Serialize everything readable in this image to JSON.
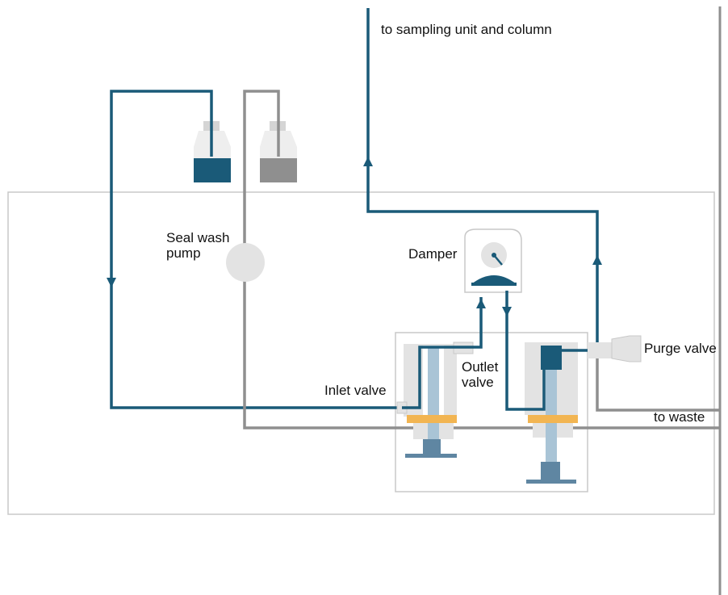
{
  "labels": {
    "to_sampling": "to sampling unit and column",
    "seal_wash_line1": "Seal wash",
    "seal_wash_line2": "pump",
    "damper": "Damper",
    "purge_valve": "Purge valve",
    "inlet_valve": "Inlet valve",
    "outlet_line1": "Outlet",
    "outlet_line2": "valve",
    "to_waste": "to waste"
  },
  "colors": {
    "solvent_line": "#1a5a78",
    "wash_line": "#8f8f8f",
    "solvent_fill": "#1a5a78",
    "wash_fill": "#8f8f8f",
    "housing": "#e3e3e3",
    "seal_ring": "#f2b552",
    "piston": "#a9c4d6",
    "piston_base": "#5f86a2",
    "frame": "#c8c8c8"
  }
}
